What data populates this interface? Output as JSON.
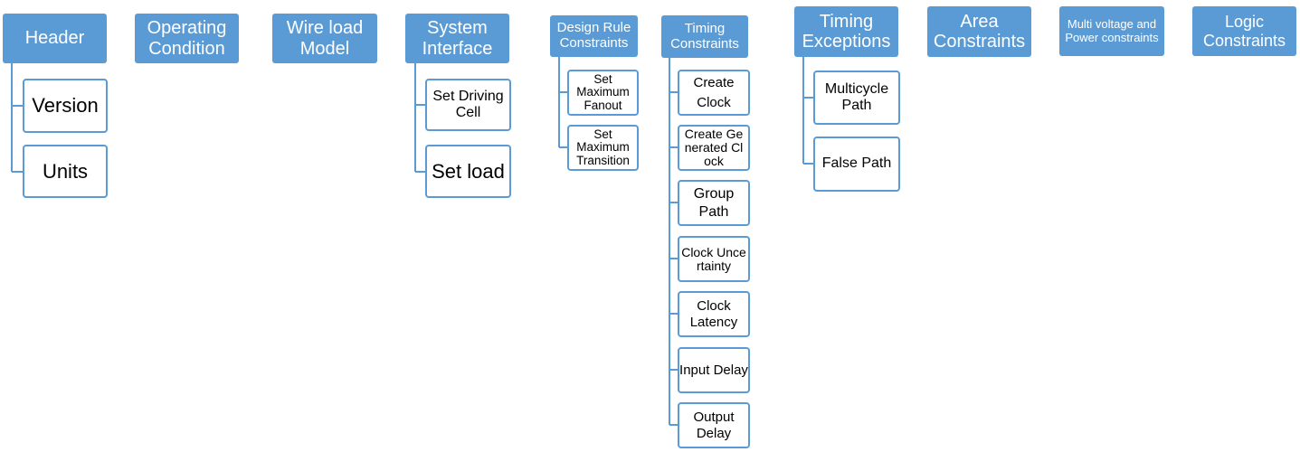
{
  "colors": {
    "accent": "#5b9bd5",
    "node_text": "#ffffff",
    "child_text": "#000000",
    "child_fill": "#ffffff"
  },
  "nodes": {
    "header": {
      "label": "Header",
      "children": [
        "Version",
        "Units"
      ]
    },
    "operating_condition": {
      "label": "Operating Condition",
      "children": []
    },
    "wire_load_model": {
      "label": "Wire load Model",
      "children": []
    },
    "system_interface": {
      "label": "System Interface",
      "children": [
        "Set Driving Cell",
        "Set load"
      ]
    },
    "design_rule_constraints": {
      "label": "Design Rule Constraints",
      "children": [
        "Set Maximum Fanout",
        "Set Maximum Transition"
      ]
    },
    "timing_constraints": {
      "label": "Timing Constraints",
      "children": [
        "Create Clock",
        "Create Generated Clock",
        "Group Path",
        "Clock Uncertainty",
        "Clock Latency",
        "Input Delay",
        "Output Delay"
      ]
    },
    "timing_exceptions": {
      "label": "Timing Exceptions",
      "children": [
        "Multicycle Path",
        "False Path"
      ]
    },
    "area_constraints": {
      "label": "Area Constraints",
      "children": []
    },
    "multi_voltage_power": {
      "label": "Multi voltage and Power constraints",
      "children": []
    },
    "logic_constraints": {
      "label": "Logic Constraints",
      "children": []
    }
  }
}
